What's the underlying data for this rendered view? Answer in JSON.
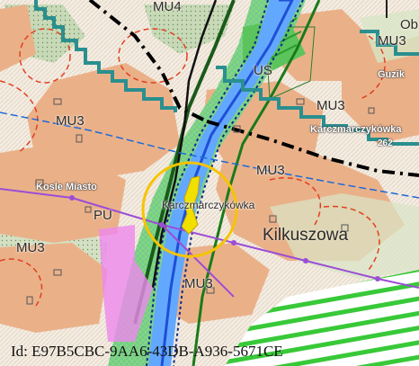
{
  "map": {
    "zone_labels": {
      "mu3_top": "MU3",
      "mu4_top": "MU4",
      "mu3_left": "MU3",
      "mu3_center": "MU3",
      "mu3_right": "MU3",
      "mu3_bottom_left": "MU3",
      "mu3_bottom": "MU3",
      "us": "US",
      "pu": "PU"
    },
    "place_names": {
      "obl_partial": "Ob",
      "guzik_partial": "Guzik",
      "karczmarczykowka_right": "Karczmarczykówka",
      "karczmarczykowka_center": "Karczmarczykówka",
      "kosle_miasto": "Kosle Miasto",
      "kilkuszowa": "Kilkuszowa"
    },
    "road_number": "262",
    "colors": {
      "residential_zone": "#eab189",
      "forest": "#a8d08a",
      "river": "#1f4fd6",
      "valley_green": "#33cc33",
      "boundary_teal": "#2a8f8f",
      "highlight_circle": "#f5c400",
      "highlight_plot": "#f0e000",
      "flood_line": "#1e6ad8",
      "power_line": "#9b4dd6",
      "protection_zone": "#e04020",
      "railway": "#000000"
    }
  },
  "id_text": "Id: E97B5CBC-9AA6-43DB-A936-5671CE"
}
